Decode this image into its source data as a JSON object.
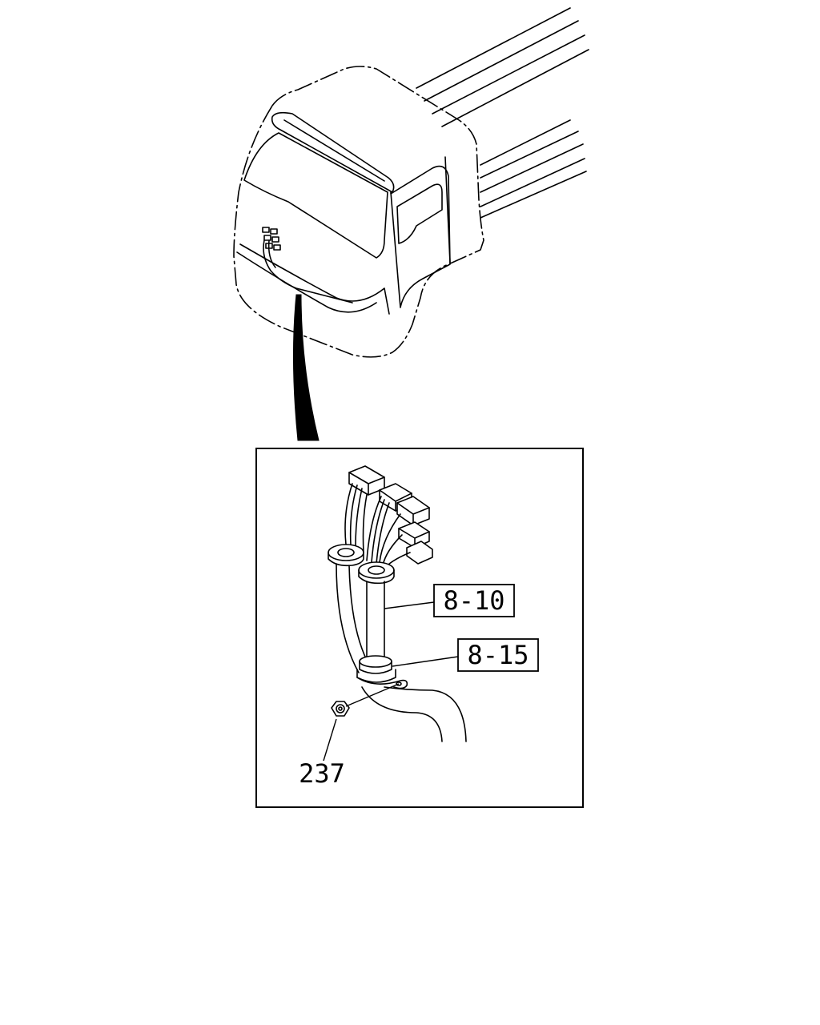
{
  "callouts": [
    {
      "label": "8-10",
      "boxed": true
    },
    {
      "label": "8-15",
      "boxed": true
    },
    {
      "label": "237",
      "boxed": false
    }
  ],
  "colors": {
    "ink": "#000000",
    "paper": "#ffffff"
  }
}
